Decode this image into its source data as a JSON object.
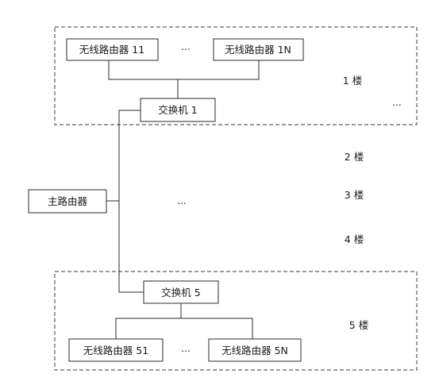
{
  "diagram": {
    "nodes": {
      "main_router": "主路由器",
      "switch_1": "交换机 1",
      "switch_5": "交换机 5",
      "router_11": "无线路由器 11",
      "router_1n": "无线路由器 1N",
      "router_51": "无线路由器 51",
      "router_5n": "无线路由器 5N"
    },
    "floors": {
      "f1": "1 楼",
      "f2": "2 楼",
      "f3": "3 楼",
      "f4": "4 楼",
      "f5": "5 楼"
    },
    "ellipsis": "..."
  }
}
